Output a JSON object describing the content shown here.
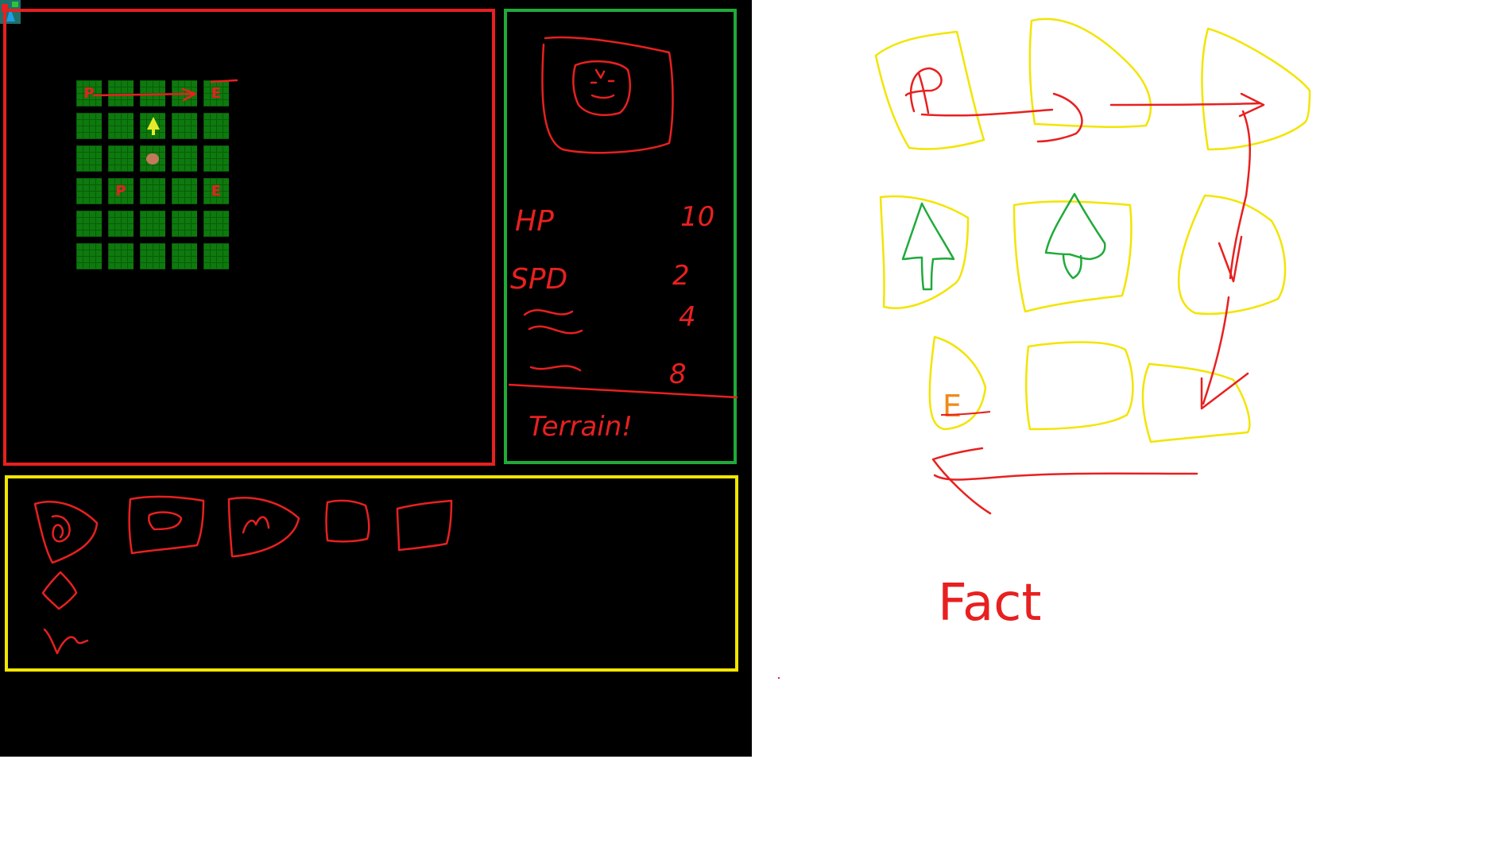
{
  "map": {
    "tiles": [
      [
        "P",
        "",
        "",
        "",
        "E"
      ],
      [
        "",
        "",
        "tree",
        "",
        ""
      ],
      [
        "",
        "",
        "rock",
        "",
        ""
      ],
      [
        "",
        "P",
        "",
        "",
        "E"
      ],
      [
        "",
        "",
        "",
        "",
        ""
      ],
      [
        "",
        "",
        "",
        "",
        ""
      ]
    ]
  },
  "stats": {
    "labels": [
      "HP",
      "SPD"
    ],
    "values": [
      "10",
      "2",
      "4",
      "8"
    ],
    "footer": "Terrain!"
  },
  "notes": {
    "pattern_cells": [
      "P",
      "",
      "",
      "",
      "",
      "",
      "E",
      "",
      ""
    ],
    "caption": "Fact"
  },
  "colors": {
    "map_border": "#e82020",
    "stats_border": "#1faa3a",
    "inventory_border": "#f2e500",
    "sketch_red": "#e82020",
    "sketch_yellow": "#f2e500",
    "sketch_green": "#1faa3a",
    "sketch_orange": "#f08a1a",
    "tile_green": "#0d7a0d",
    "canvas_black": "#000000"
  },
  "icons": [
    "app-icon",
    "player-portrait-icon",
    "arrow-icon",
    "tree-icon",
    "rock-icon",
    "inventory-slot-icon",
    "item-gem-icon",
    "item-sword-icon"
  ]
}
